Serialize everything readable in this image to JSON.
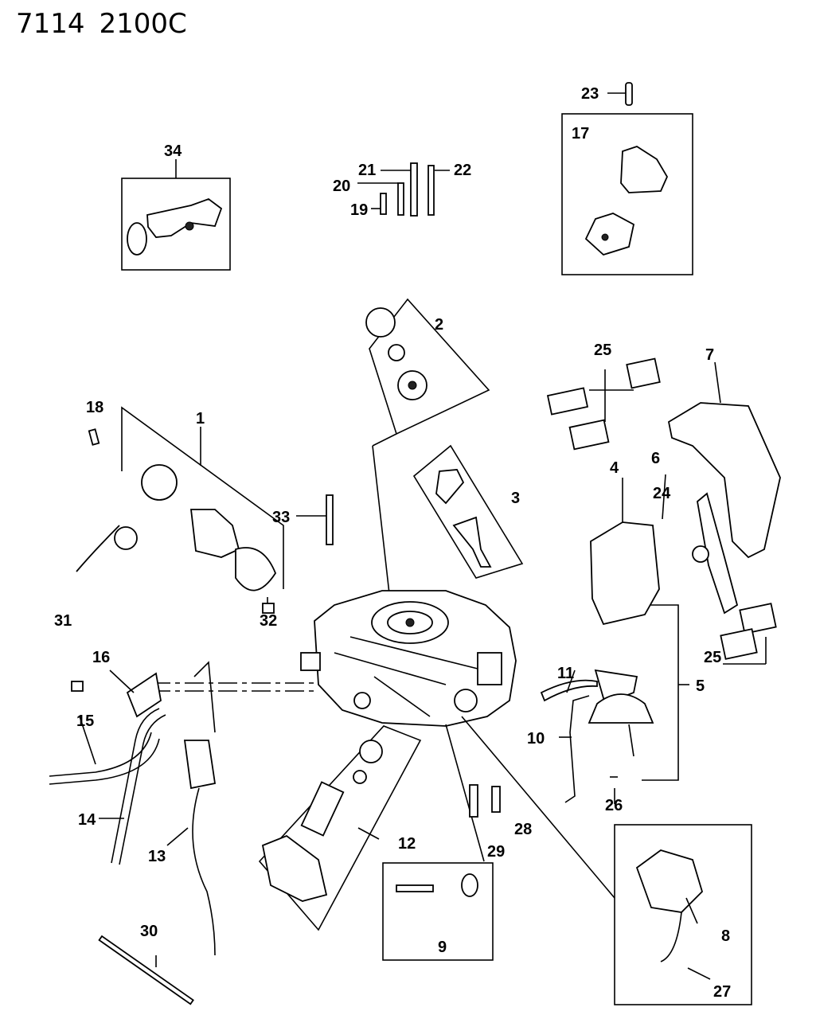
{
  "header": {
    "code1": "7114",
    "code2": "2100C"
  },
  "callouts": [
    "1",
    "2",
    "3",
    "4",
    "5",
    "6",
    "7",
    "8",
    "9",
    "10",
    "11",
    "12",
    "13",
    "14",
    "15",
    "16",
    "17",
    "18",
    "19",
    "20",
    "21",
    "22",
    "23",
    "24",
    "25",
    "26",
    "27",
    "28",
    "29",
    "30",
    "31",
    "32",
    "33",
    "34"
  ],
  "colors": {
    "ink": "#000000",
    "paper": "#ffffff"
  }
}
